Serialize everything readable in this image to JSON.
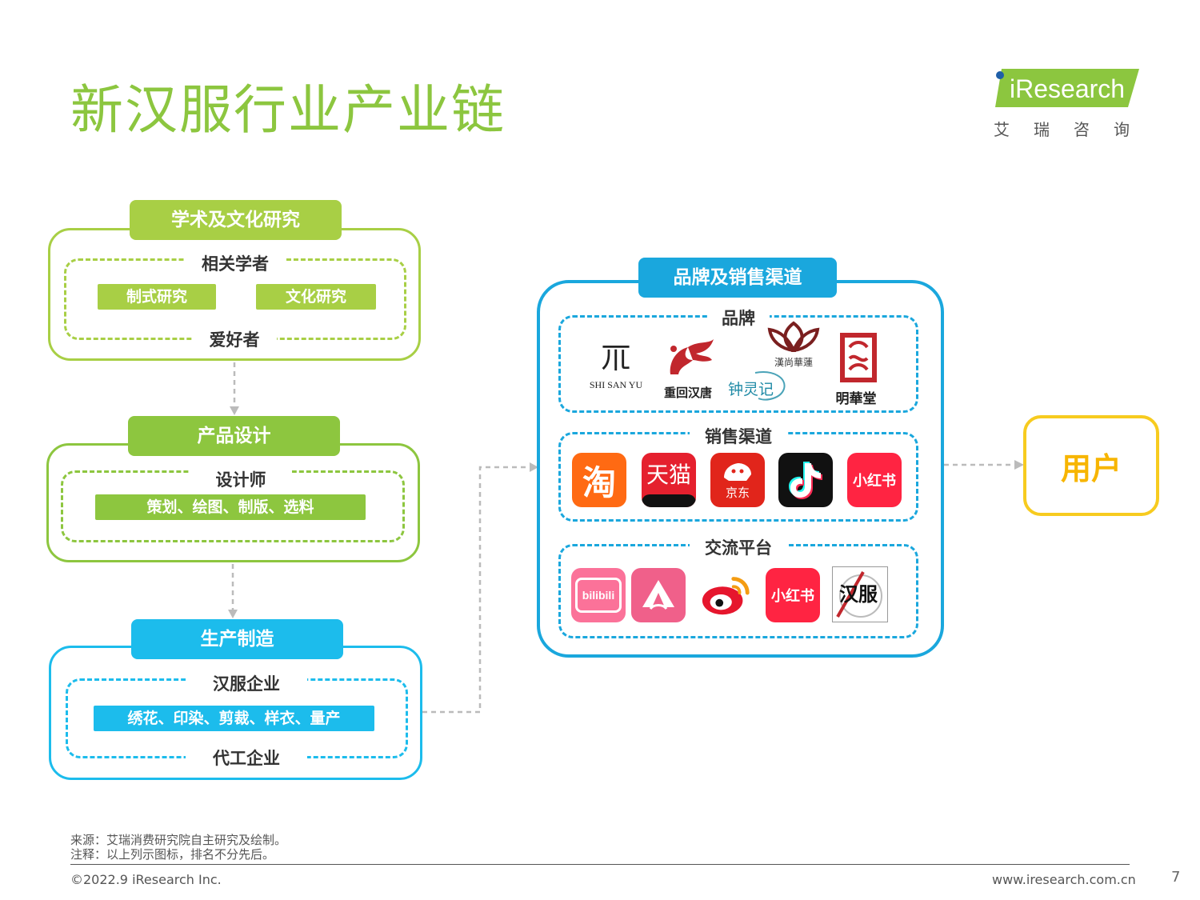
{
  "page": {
    "title": "新汉服行业产业链",
    "logo_text": "iResearch",
    "logo_cn": "艾瑞咨询"
  },
  "research": {
    "tab": "学术及文化研究",
    "top_label": "相关学者",
    "chips": [
      "制式研究",
      "文化研究"
    ],
    "bottom_label": "爱好者"
  },
  "design": {
    "tab": "产品设计",
    "top_label": "设计师",
    "chip": "策划、绘图、制版、选料"
  },
  "production": {
    "tab": "生产制造",
    "top_label": "汉服企业",
    "chip": "绣花、印染、剪裁、样衣、量产",
    "bottom_label": "代工企业"
  },
  "channels": {
    "tab": "品牌及销售渠道",
    "brands_label": "品牌",
    "brands": {
      "shisanyu_mark": "𥘅",
      "shisanyu": "SHI SAN YU",
      "chongyun": "重回汉唐",
      "zhonglingji": "钟灵记",
      "hanshanghualian": "漢尚華蓮",
      "minghuatang": "明華堂"
    },
    "sales_label": "销售渠道",
    "sales_apps": {
      "taobao": "淘",
      "tmall": "天猫",
      "jd": "京东",
      "xiaohongshu": "小红书"
    },
    "social_label": "交流平台",
    "social_apps": {
      "bilibili": "bilibili",
      "xiaohongshu": "小红书",
      "hanfu": "汉服"
    }
  },
  "user": {
    "label": "用户"
  },
  "footer": {
    "source": "来源：艾瑞消费研究院自主研究及绘制。",
    "note": "注释：以上列示图标，排名不分先后。",
    "copyright": "©2022.9 iResearch Inc.",
    "website": "www.iresearch.com.cn",
    "page_number": "7"
  },
  "colors": {
    "green_light": "#a8cf45",
    "green_mid": "#8dc63f",
    "cyan": "#1cbcec",
    "blue": "#1aa7dd",
    "yellow": "#f7cb1f"
  }
}
